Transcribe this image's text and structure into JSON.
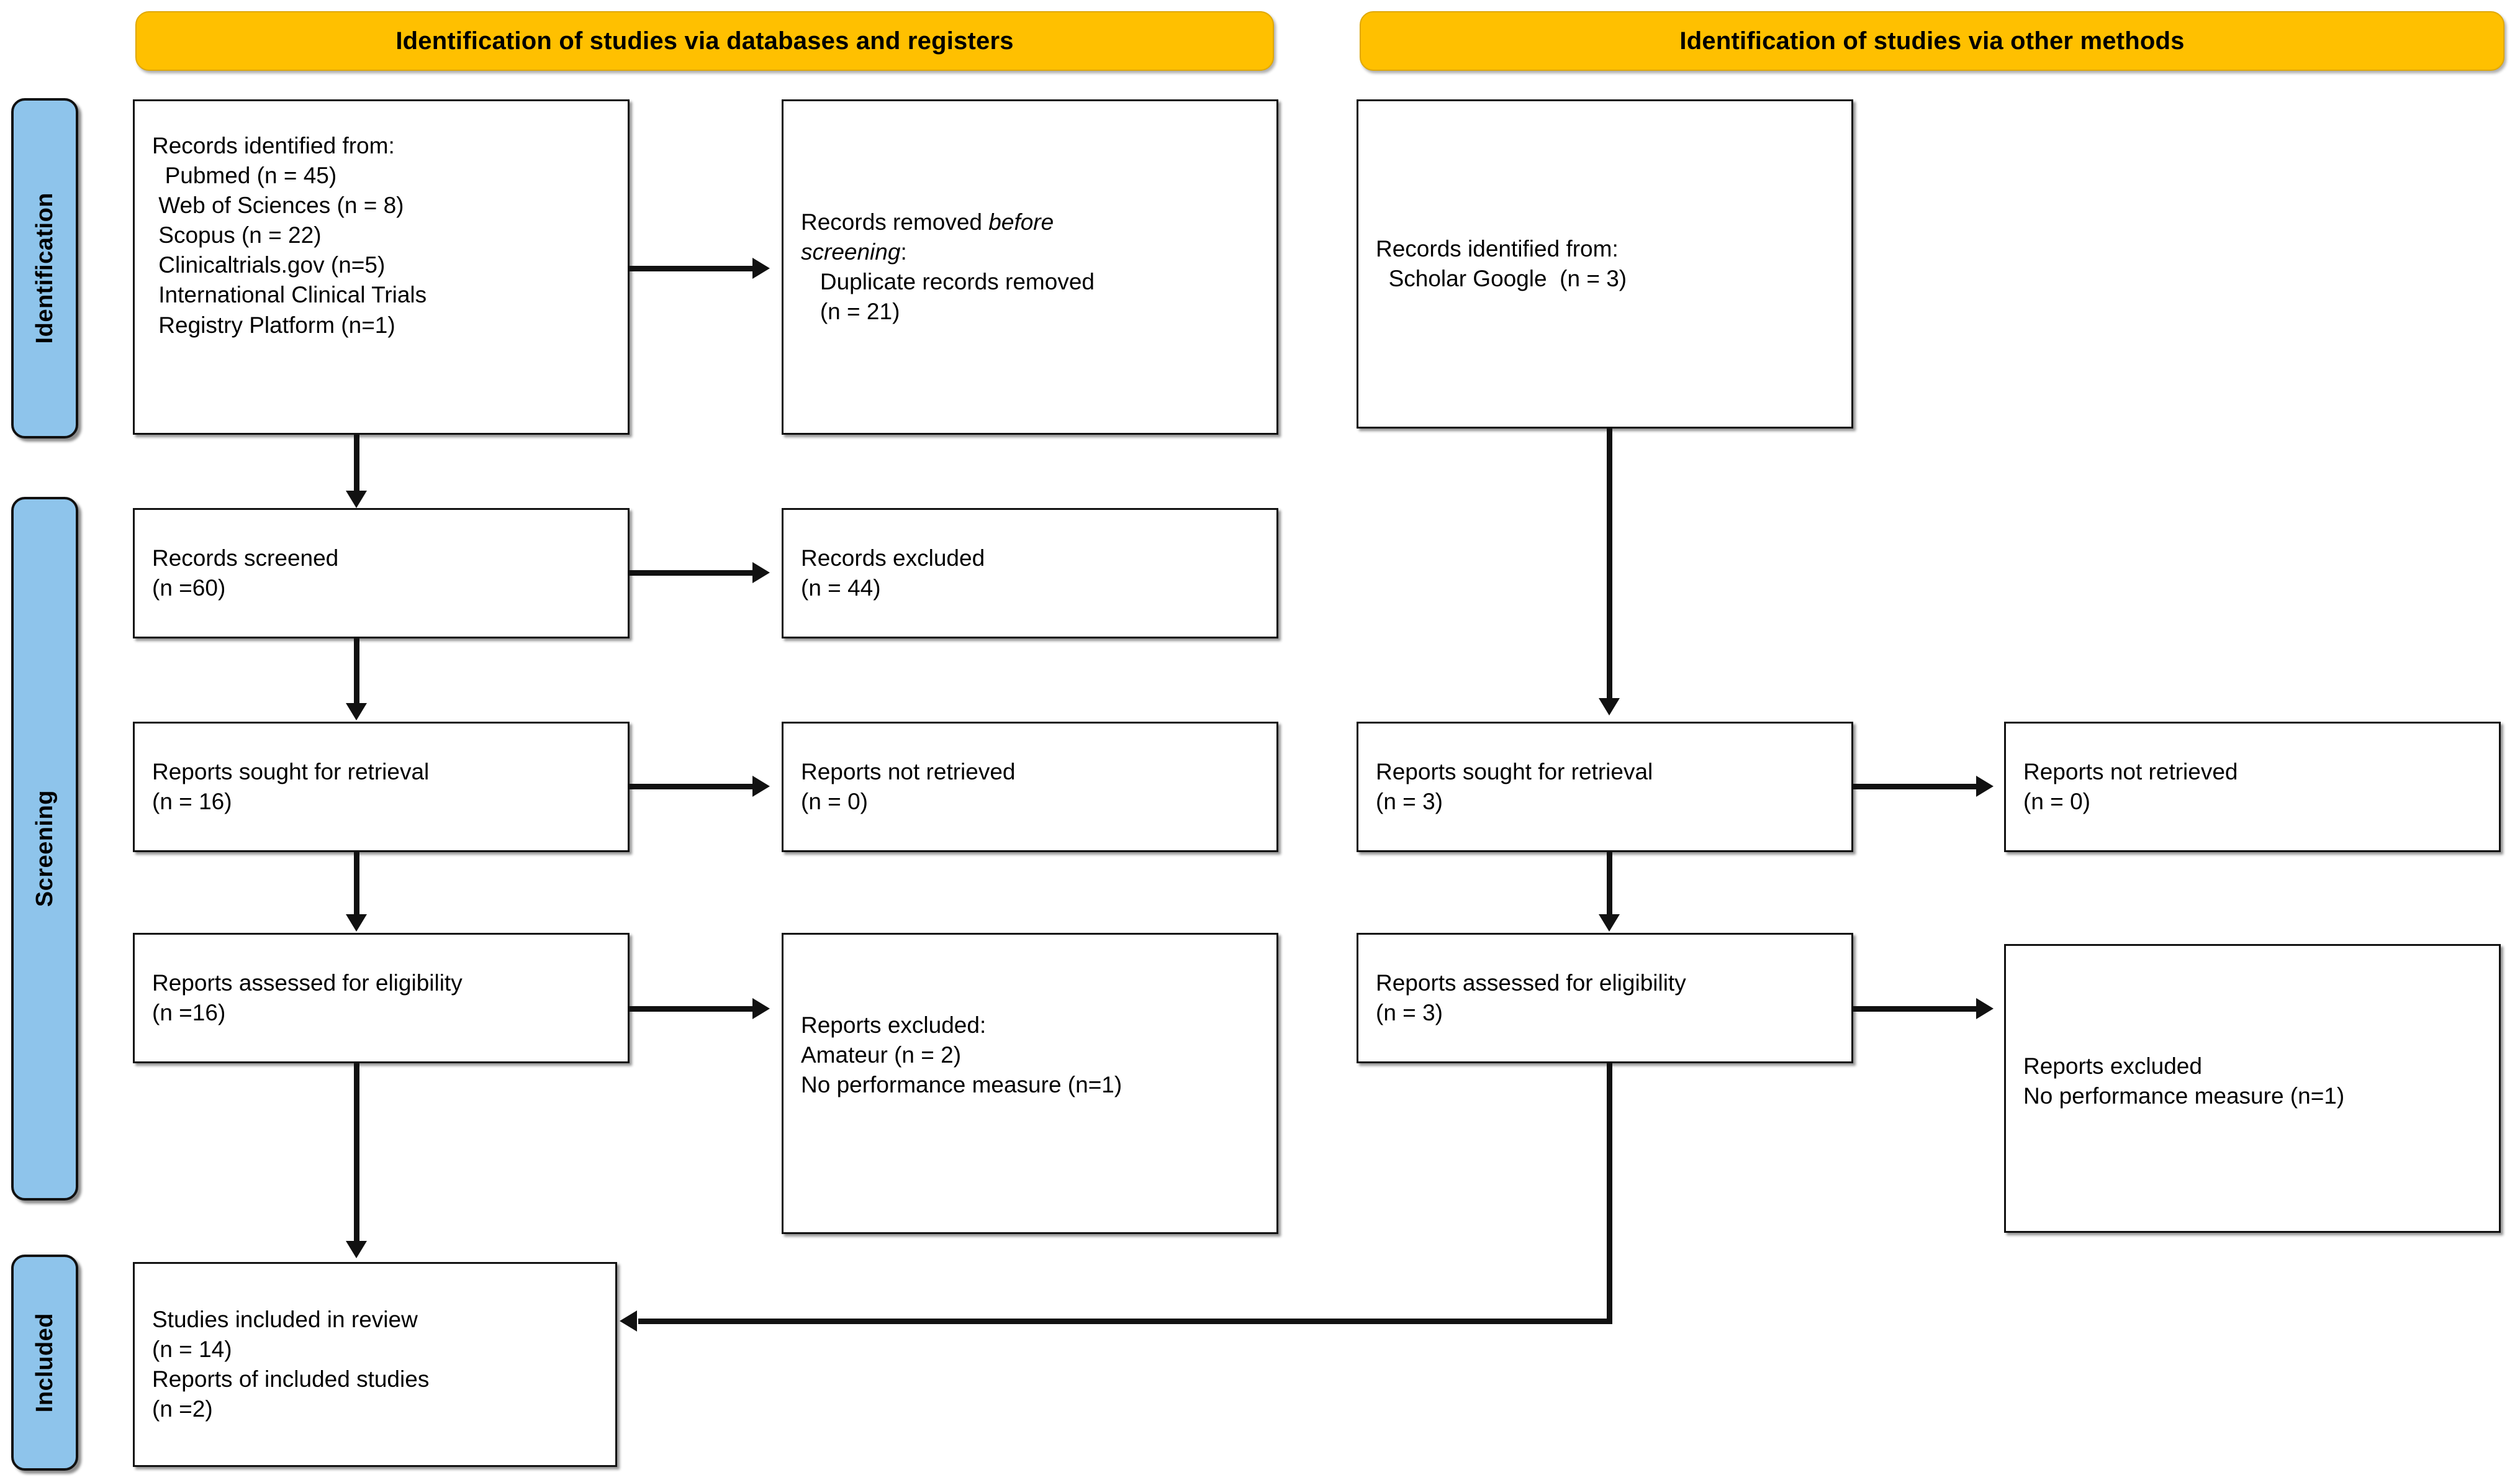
{
  "diagram": {
    "type": "PRISMA 2020 flow diagram",
    "colors": {
      "banner_fill": "#FFC000",
      "band_fill": "#8EC4EB",
      "box_fill": "#FFFFFF",
      "stroke": "#111111"
    }
  },
  "banners": [
    {
      "id": "databases",
      "label": "Identification of studies via databases and registers"
    },
    {
      "id": "other",
      "label": "Identification of studies via other methods"
    }
  ],
  "bands": [
    {
      "id": "identification",
      "label": "Identification"
    },
    {
      "id": "screening",
      "label": "Screening"
    },
    {
      "id": "included",
      "label": "Included"
    }
  ],
  "boxes": {
    "records_identified": {
      "line1": "Records identified from:",
      "line2": "  Pubmed (n = 45)",
      "line3": " Web of Sciences (n = 8)",
      "line4": " Scopus (n = 22)",
      "line5": " Clinicaltrials.gov (n=5)",
      "line6": " International Clinical Trials",
      "line7": " Registry Platform (n=1)"
    },
    "records_removed": {
      "prefix": "Records removed ",
      "italic1": "before",
      "italic2": "screening",
      "colon": ":",
      "line3": "   Duplicate records removed",
      "line4": "   (n = 21)"
    },
    "records_screened": {
      "line1": "Records screened",
      "line2": "(n =60)"
    },
    "records_excluded": {
      "line1": "Records excluded",
      "line2": "(n = 44)"
    },
    "reports_sought_left": {
      "line1": "Reports sought for retrieval",
      "line2": "(n = 16)"
    },
    "reports_not_retrieved_left": {
      "line1": "Reports not retrieved",
      "line2": "(n = 0)"
    },
    "reports_assessed_left": {
      "line1": "Reports assessed for eligibility",
      "line2": "(n =16)"
    },
    "reports_excluded_left": {
      "line1": "Reports excluded:",
      "line2": "Amateur (n = 2)",
      "line3": "No performance measure (n=1)"
    },
    "studies_included": {
      "line1": "Studies included in review",
      "line2": "(n = 14)",
      "line3": "Reports of included studies",
      "line4": "(n =2)"
    },
    "records_identified_other": {
      "line1": "Records identified from:",
      "line2": "  Scholar Google  (n = 3)"
    },
    "reports_sought_right": {
      "line1": "Reports sought for retrieval",
      "line2": "(n = 3)"
    },
    "reports_not_retrieved_right": {
      "line1": "Reports not retrieved",
      "line2": "(n = 0)"
    },
    "reports_assessed_right": {
      "line1": "Reports assessed for eligibility",
      "line2": "(n = 3)"
    },
    "reports_excluded_right": {
      "line1": "Reports excluded",
      "line2": "No performance measure (n=1)"
    }
  },
  "chart_data": {
    "type": "diagram",
    "title": "PRISMA 2020 flow diagram",
    "nodes": [
      {
        "id": "records_identified",
        "column": "databases",
        "stage": "Identification",
        "label": "Records identified from",
        "sources": [
          {
            "name": "Pubmed",
            "n": 45
          },
          {
            "name": "Web of Sciences",
            "n": 8
          },
          {
            "name": "Scopus",
            "n": 22
          },
          {
            "name": "Clinicaltrials.gov",
            "n": 5
          },
          {
            "name": "International Clinical Trials Registry Platform",
            "n": 1
          }
        ]
      },
      {
        "id": "records_removed",
        "column": "databases",
        "stage": "Identification",
        "label": "Records removed before screening: Duplicate records removed",
        "n": 21
      },
      {
        "id": "records_screened",
        "column": "databases",
        "stage": "Screening",
        "label": "Records screened",
        "n": 60
      },
      {
        "id": "records_excluded",
        "column": "databases",
        "stage": "Screening",
        "label": "Records excluded",
        "n": 44
      },
      {
        "id": "reports_sought_left",
        "column": "databases",
        "stage": "Screening",
        "label": "Reports sought for retrieval",
        "n": 16
      },
      {
        "id": "reports_not_retrieved_left",
        "column": "databases",
        "stage": "Screening",
        "label": "Reports not retrieved",
        "n": 0
      },
      {
        "id": "reports_assessed_left",
        "column": "databases",
        "stage": "Screening",
        "label": "Reports assessed for eligibility",
        "n": 16
      },
      {
        "id": "reports_excluded_left",
        "column": "databases",
        "stage": "Screening",
        "label": "Reports excluded",
        "reasons": [
          {
            "name": "Amateur",
            "n": 2
          },
          {
            "name": "No performance measure",
            "n": 1
          }
        ]
      },
      {
        "id": "records_identified_other",
        "column": "other",
        "stage": "Identification",
        "label": "Records identified from",
        "sources": [
          {
            "name": "Scholar Google",
            "n": 3
          }
        ]
      },
      {
        "id": "reports_sought_right",
        "column": "other",
        "stage": "Screening",
        "label": "Reports sought for retrieval",
        "n": 3
      },
      {
        "id": "reports_not_retrieved_right",
        "column": "other",
        "stage": "Screening",
        "label": "Reports not retrieved",
        "n": 0
      },
      {
        "id": "reports_assessed_right",
        "column": "other",
        "stage": "Screening",
        "label": "Reports assessed for eligibility",
        "n": 3
      },
      {
        "id": "reports_excluded_right",
        "column": "other",
        "stage": "Screening",
        "label": "Reports excluded",
        "reasons": [
          {
            "name": "No performance measure",
            "n": 1
          }
        ]
      },
      {
        "id": "studies_included",
        "column": "databases",
        "stage": "Included",
        "label": "Studies included in review",
        "n": 14,
        "reports_of_included_studies": 2
      }
    ],
    "edges": [
      {
        "from": "records_identified",
        "to": "records_removed"
      },
      {
        "from": "records_identified",
        "to": "records_screened"
      },
      {
        "from": "records_screened",
        "to": "records_excluded"
      },
      {
        "from": "records_screened",
        "to": "reports_sought_left"
      },
      {
        "from": "reports_sought_left",
        "to": "reports_not_retrieved_left"
      },
      {
        "from": "reports_sought_left",
        "to": "reports_assessed_left"
      },
      {
        "from": "reports_assessed_left",
        "to": "reports_excluded_left"
      },
      {
        "from": "reports_assessed_left",
        "to": "studies_included"
      },
      {
        "from": "records_identified_other",
        "to": "reports_sought_right"
      },
      {
        "from": "reports_sought_right",
        "to": "reports_not_retrieved_right"
      },
      {
        "from": "reports_sought_right",
        "to": "reports_assessed_right"
      },
      {
        "from": "reports_assessed_right",
        "to": "reports_excluded_right"
      },
      {
        "from": "reports_assessed_right",
        "to": "studies_included"
      }
    ]
  }
}
